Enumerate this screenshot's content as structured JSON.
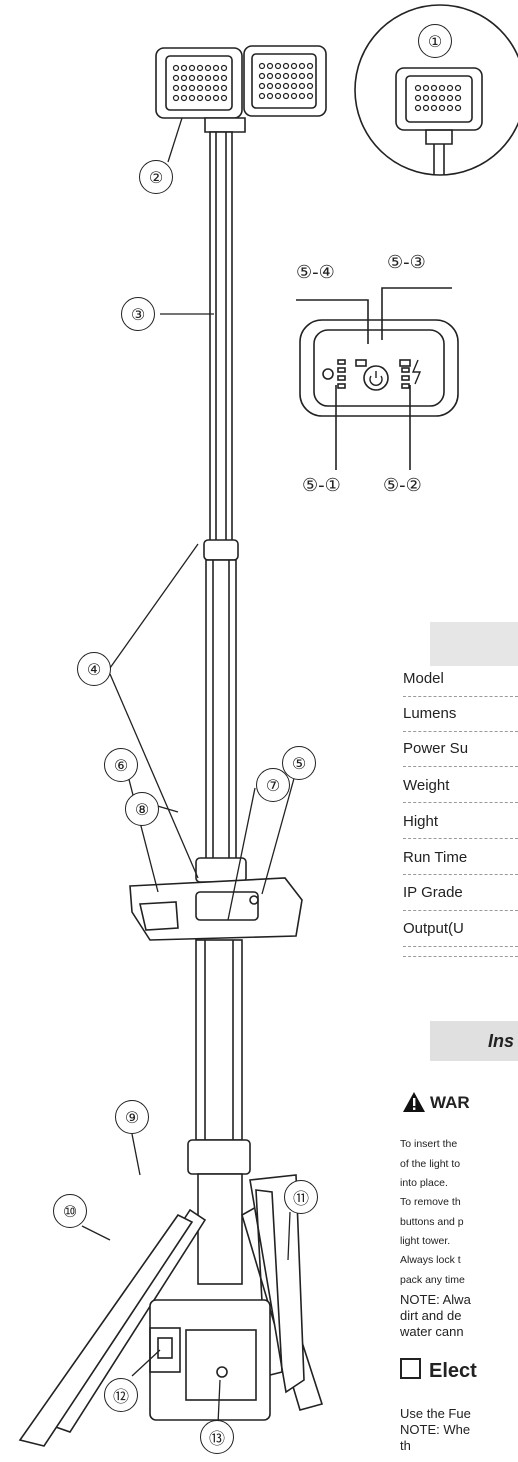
{
  "callouts": {
    "c1": "①",
    "c2": "②",
    "c3": "③",
    "c4": "④",
    "c5": "⑤",
    "c6": "⑥",
    "c7": "⑦",
    "c8": "⑧",
    "c9": "⑨",
    "c10": "⑩",
    "c11": "⑪",
    "c12": "⑫",
    "c13": "⑬"
  },
  "panel_callouts": {
    "p54": "⑤-④",
    "p53": "⑤-③",
    "p51": "⑤-①",
    "p52": "⑤-②"
  },
  "specs": {
    "rows": [
      "Model",
      "Lumens",
      "Power Su",
      "Weight",
      "Hight",
      "Run Time",
      "IP Grade",
      "Output(U"
    ]
  },
  "install": {
    "heading": "Ins",
    "warning_label": "WAR",
    "paragraph_lines": [
      "To insert the",
      "of the light to",
      "into place.",
      "To remove th",
      "buttons and p",
      "light tower.",
      "Always lock t",
      "pack any time"
    ],
    "note_lines": [
      "NOTE: Alwa",
      "dirt and de",
      "water cann"
    ]
  },
  "electrical": {
    "heading": "Elect",
    "lines": [
      "Use the Fue",
      "NOTE: Whe",
      "th"
    ]
  },
  "colors": {
    "line": "#222222",
    "table_header": "#e6e6e6",
    "dash": "#9a9a9a"
  }
}
